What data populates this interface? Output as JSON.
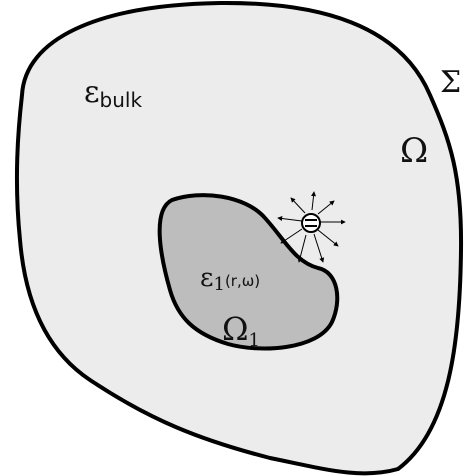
{
  "labels": {
    "sigma": "Σ",
    "omega": "Ω",
    "eps_bulk_symbol": "ε",
    "eps_bulk_sub": "bulk",
    "eps1_symbol": "ε",
    "eps1_sub": "1",
    "eps1_args": "(r,ω)",
    "omega1_symbol": "Ω",
    "omega1_sub": "1"
  },
  "colors": {
    "outer_region_fill": "#ececec",
    "inner_region_fill": "#bdbdbd",
    "outline": "#000000"
  },
  "icons": {
    "source": "dipole-emitter-icon"
  }
}
